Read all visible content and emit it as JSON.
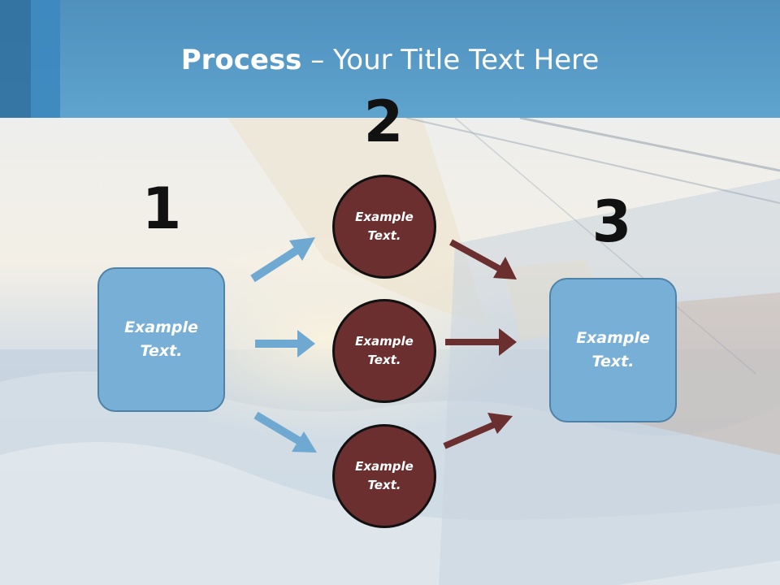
{
  "title": {
    "bold": "Process",
    "rest": " – Your Title Text Here"
  },
  "steps": {
    "one": "1",
    "two": "2",
    "three": "3"
  },
  "left_box": "Example Text.",
  "right_box": "Example Text.",
  "circles": [
    {
      "label": "Example Text."
    },
    {
      "label": "Example Text."
    },
    {
      "label": "Example Text."
    }
  ],
  "colors": {
    "header": "#5fa3cf",
    "box": "#77afd6",
    "circle": "#6b2f2f",
    "blue_arrow": "#6fa9d1",
    "red_arrow": "#6b2f2f"
  }
}
